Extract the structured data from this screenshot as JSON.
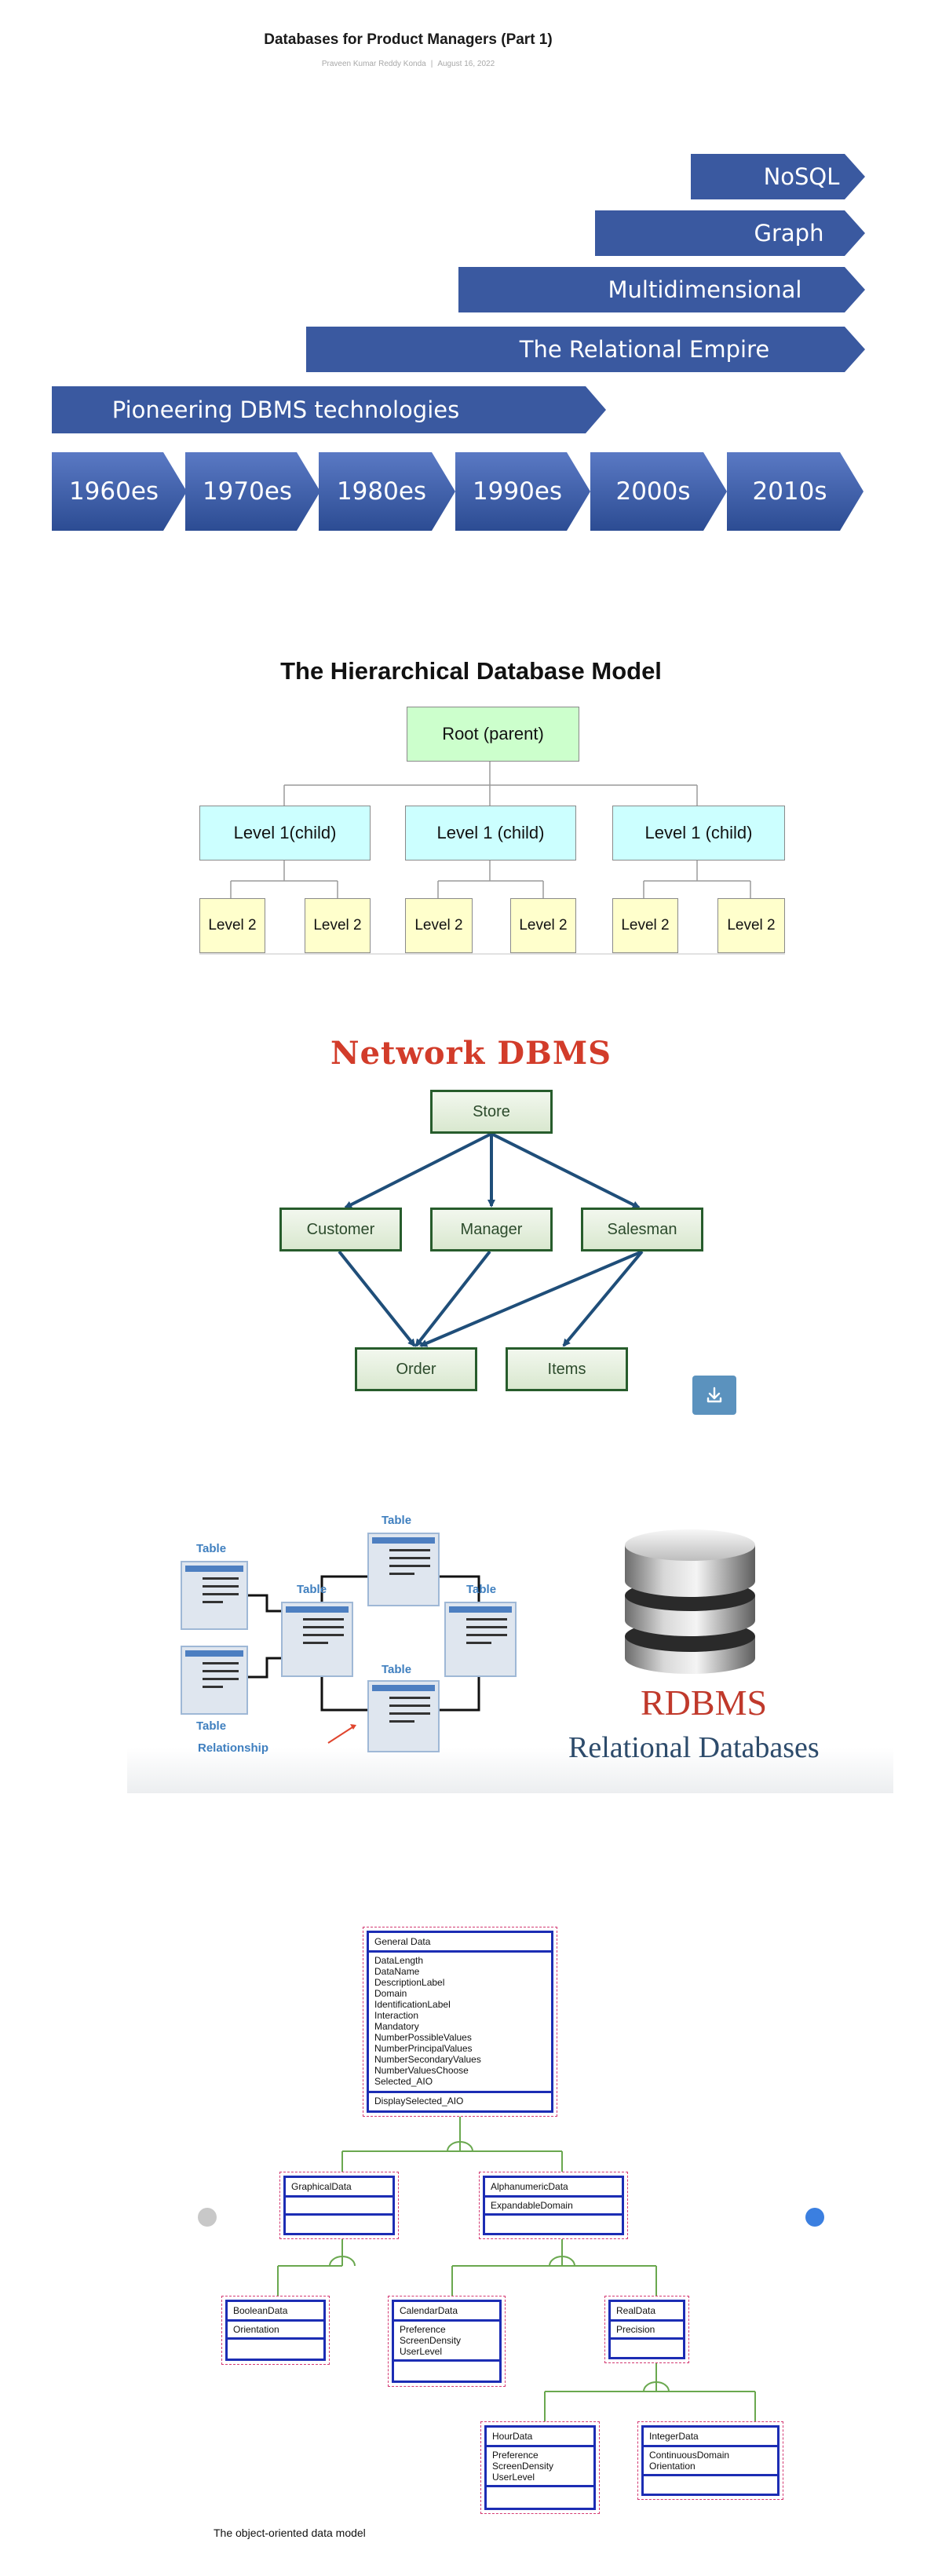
{
  "post": {
    "title": "Databases for Product Managers (Part 1)",
    "author": "Praveen Kumar Reddy Konda",
    "date": "August 16, 2022"
  },
  "timeline": {
    "bars": [
      "NoSQL",
      "Graph",
      "Multidimensional",
      "The Relational Empire",
      "Pioneering DBMS technologies"
    ],
    "decades": [
      "1960es",
      "1970es",
      "1980es",
      "1990es",
      "2000s",
      "2010s"
    ],
    "color": "#3a59a0"
  },
  "hierarchical": {
    "title": "The Hierarchical Database Model",
    "root": "Root (parent)",
    "level1": [
      "Level 1(child)",
      "Level 1 (child)",
      "Level 1 (child)"
    ],
    "level2": [
      "Level 2",
      "Level 2",
      "Level 2",
      "Level 2",
      "Level 2",
      "Level 2"
    ]
  },
  "network": {
    "title": "Network DBMS",
    "store": "Store",
    "middle": [
      "Customer",
      "Manager",
      "Salesman"
    ],
    "bottom": [
      "Order",
      "Items"
    ],
    "download_icon": "download-icon"
  },
  "rdbms": {
    "table_label": "Table",
    "relationship_label": "Relationship",
    "logo_text": "RDBMS",
    "subtitle": "Relational Databases"
  },
  "object_model": {
    "general": {
      "header": "General Data",
      "fields": [
        "DataLength",
        "DataName",
        "DescriptionLabel",
        "Domain",
        "IdentificationLabel",
        "Interaction",
        "Mandatory",
        "NumberPossibleValues",
        "NumberPrincipalValues",
        "NumberSecondaryValues",
        "NumberValuesChoose",
        "Selected_AIO"
      ],
      "method": "DisplaySelected_AIO"
    },
    "graphical": {
      "header": "GraphicalData"
    },
    "alphanumeric": {
      "header": "AlphanumericData",
      "field": "ExpandableDomain"
    },
    "boolean": {
      "header": "BooleanData",
      "field": "Orientation"
    },
    "calendar": {
      "header": "CalendarData",
      "fields": [
        "Preference",
        "ScreenDensity",
        "UserLevel"
      ]
    },
    "real": {
      "header": "RealData",
      "field": "Precision"
    },
    "hour": {
      "header": "HourData",
      "fields": [
        "Preference",
        "ScreenDensity",
        "UserLevel"
      ]
    },
    "integer": {
      "header": "IntegerData",
      "fields": [
        "ContinuousDomain",
        "Orientation"
      ]
    },
    "caption": "The object-oriented data model"
  }
}
